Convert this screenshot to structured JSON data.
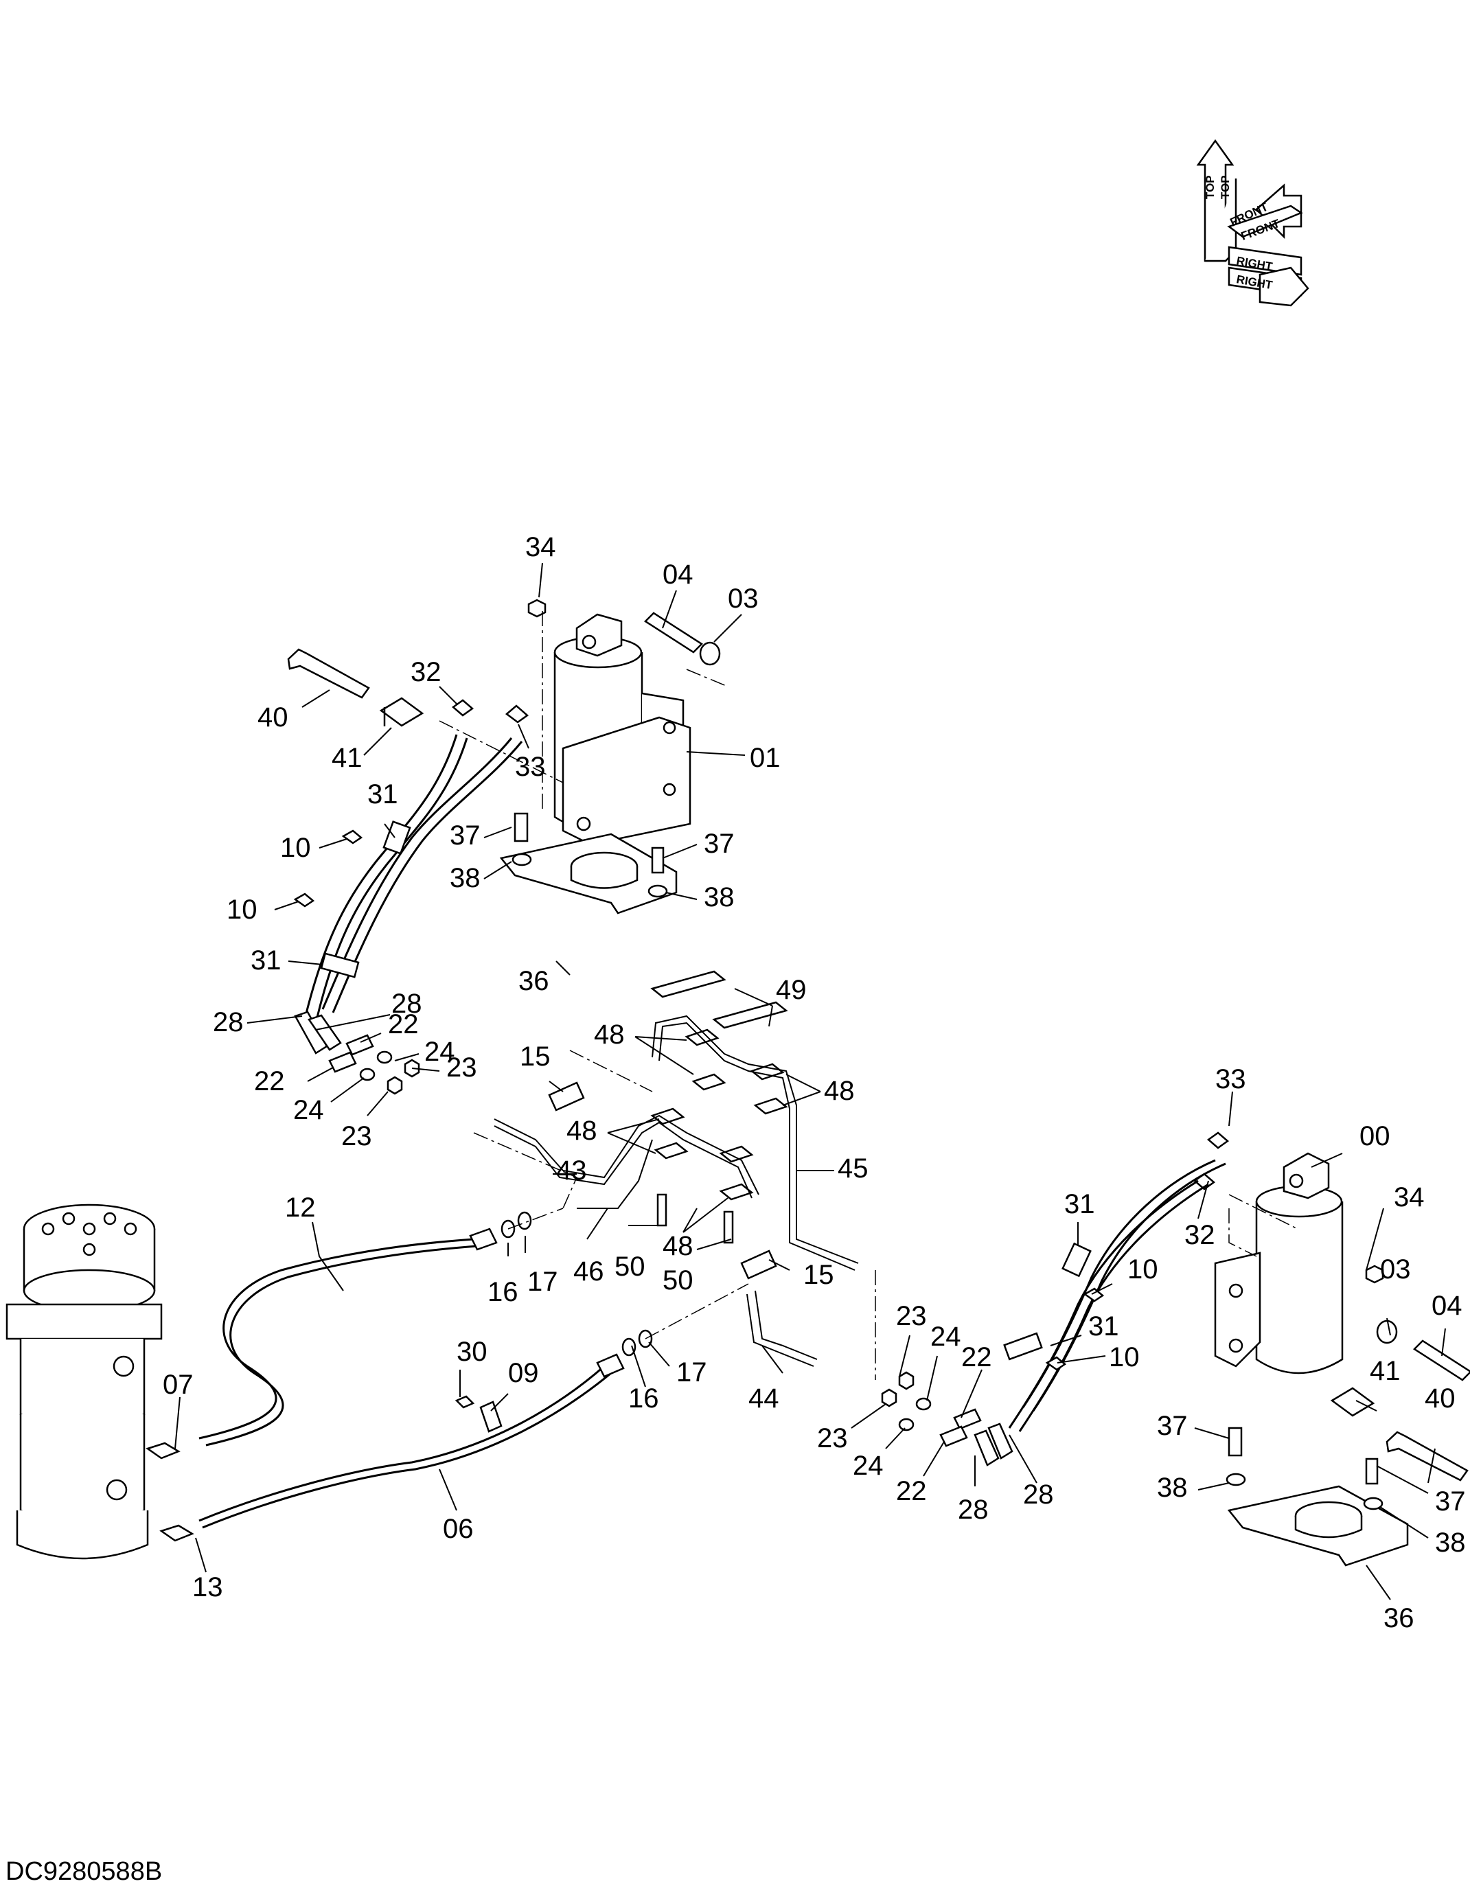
{
  "orientation": {
    "top": "TOP",
    "front": "FRONT",
    "right": "RIGHT"
  },
  "reference_code": "DC9280588B",
  "callouts": [
    {
      "id": "c1",
      "text": "34"
    },
    {
      "id": "c2",
      "text": "04"
    },
    {
      "id": "c3",
      "text": "03"
    },
    {
      "id": "c4",
      "text": "32"
    },
    {
      "id": "c5",
      "text": "40"
    },
    {
      "id": "c6",
      "text": "41"
    },
    {
      "id": "c7",
      "text": "33"
    },
    {
      "id": "c8",
      "text": "01"
    },
    {
      "id": "c9",
      "text": "31"
    },
    {
      "id": "c10",
      "text": "37"
    },
    {
      "id": "c11",
      "text": "37"
    },
    {
      "id": "c12",
      "text": "10"
    },
    {
      "id": "c13",
      "text": "38"
    },
    {
      "id": "c14",
      "text": "38"
    },
    {
      "id": "c15",
      "text": "10"
    },
    {
      "id": "c16",
      "text": "31"
    },
    {
      "id": "c17",
      "text": "49"
    },
    {
      "id": "c18",
      "text": "28"
    },
    {
      "id": "c19",
      "text": "36"
    },
    {
      "id": "c20",
      "text": "28"
    },
    {
      "id": "c21",
      "text": "22"
    },
    {
      "id": "c22",
      "text": "48"
    },
    {
      "id": "c23",
      "text": "24"
    },
    {
      "id": "c24",
      "text": "15"
    },
    {
      "id": "c25",
      "text": "23"
    },
    {
      "id": "c26",
      "text": "22"
    },
    {
      "id": "c27",
      "text": "48"
    },
    {
      "id": "c28",
      "text": "24"
    },
    {
      "id": "c29",
      "text": "23"
    },
    {
      "id": "c30",
      "text": "48"
    },
    {
      "id": "c31",
      "text": "33"
    },
    {
      "id": "c32",
      "text": "00"
    },
    {
      "id": "c33",
      "text": "43"
    },
    {
      "id": "c34",
      "text": "45"
    },
    {
      "id": "c35",
      "text": "34"
    },
    {
      "id": "c36",
      "text": "31"
    },
    {
      "id": "c37",
      "text": "12"
    },
    {
      "id": "c38",
      "text": "32"
    },
    {
      "id": "c39",
      "text": "48"
    },
    {
      "id": "c40",
      "text": "10"
    },
    {
      "id": "c41",
      "text": "03"
    },
    {
      "id": "c42",
      "text": "46"
    },
    {
      "id": "c43",
      "text": "50"
    },
    {
      "id": "c44",
      "text": "16"
    },
    {
      "id": "c45",
      "text": "17"
    },
    {
      "id": "c46",
      "text": "50"
    },
    {
      "id": "c47",
      "text": "15"
    },
    {
      "id": "c48",
      "text": "04"
    },
    {
      "id": "c49",
      "text": "31"
    },
    {
      "id": "c50",
      "text": "23"
    },
    {
      "id": "c51",
      "text": "10"
    },
    {
      "id": "c52",
      "text": "30"
    },
    {
      "id": "c53",
      "text": "24"
    },
    {
      "id": "c54",
      "text": "09"
    },
    {
      "id": "c55",
      "text": "41"
    },
    {
      "id": "c56",
      "text": "22"
    },
    {
      "id": "c57",
      "text": "17"
    },
    {
      "id": "c58",
      "text": "07"
    },
    {
      "id": "c59",
      "text": "16"
    },
    {
      "id": "c60",
      "text": "44"
    },
    {
      "id": "c61",
      "text": "40"
    },
    {
      "id": "c62",
      "text": "37"
    },
    {
      "id": "c63",
      "text": "23"
    },
    {
      "id": "c64",
      "text": "24"
    },
    {
      "id": "c65",
      "text": "28"
    },
    {
      "id": "c66",
      "text": "22"
    },
    {
      "id": "c67",
      "text": "28"
    },
    {
      "id": "c68",
      "text": "38"
    },
    {
      "id": "c69",
      "text": "37"
    },
    {
      "id": "c70",
      "text": "38"
    },
    {
      "id": "c71",
      "text": "06"
    },
    {
      "id": "c72",
      "text": "13"
    },
    {
      "id": "c73",
      "text": "36"
    }
  ]
}
